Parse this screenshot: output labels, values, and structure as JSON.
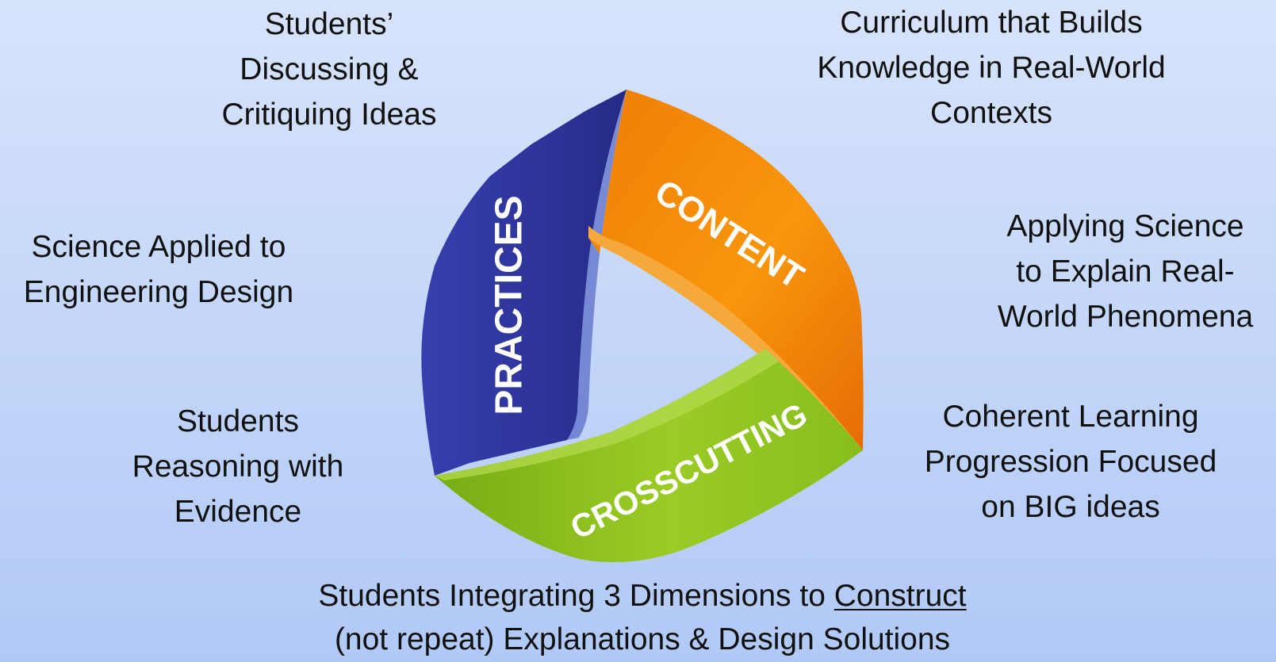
{
  "diagram": {
    "arms": {
      "practices": {
        "label": "PRACTICES",
        "color": "#2e339b"
      },
      "content": {
        "label": "CONTENT",
        "color": "#f28708"
      },
      "crosscutting": {
        "label": "CROSSCUTTING",
        "color": "#8cc021"
      }
    }
  },
  "labels": {
    "top_left": [
      "Students’",
      "Discussing &",
      "Critiquing  Ideas"
    ],
    "top_right": [
      "Curriculum that Builds",
      "Knowledge in Real-World",
      "Contexts"
    ],
    "mid_left": [
      "Science Applied to",
      "Engineering Design"
    ],
    "mid_right": [
      "Applying Science",
      "to Explain Real-",
      "World Phenomena"
    ],
    "bottom_left": [
      "Students",
      "Reasoning with",
      "Evidence"
    ],
    "bottom_right": [
      "Coherent Learning",
      "Progression Focused",
      "on BIG ideas"
    ],
    "bottom_center": {
      "line1_prefix": "Students Integrating 3 Dimensions to ",
      "line1_underlined": "Construct",
      "line2": "(not repeat) Explanations & Design Solutions"
    }
  }
}
